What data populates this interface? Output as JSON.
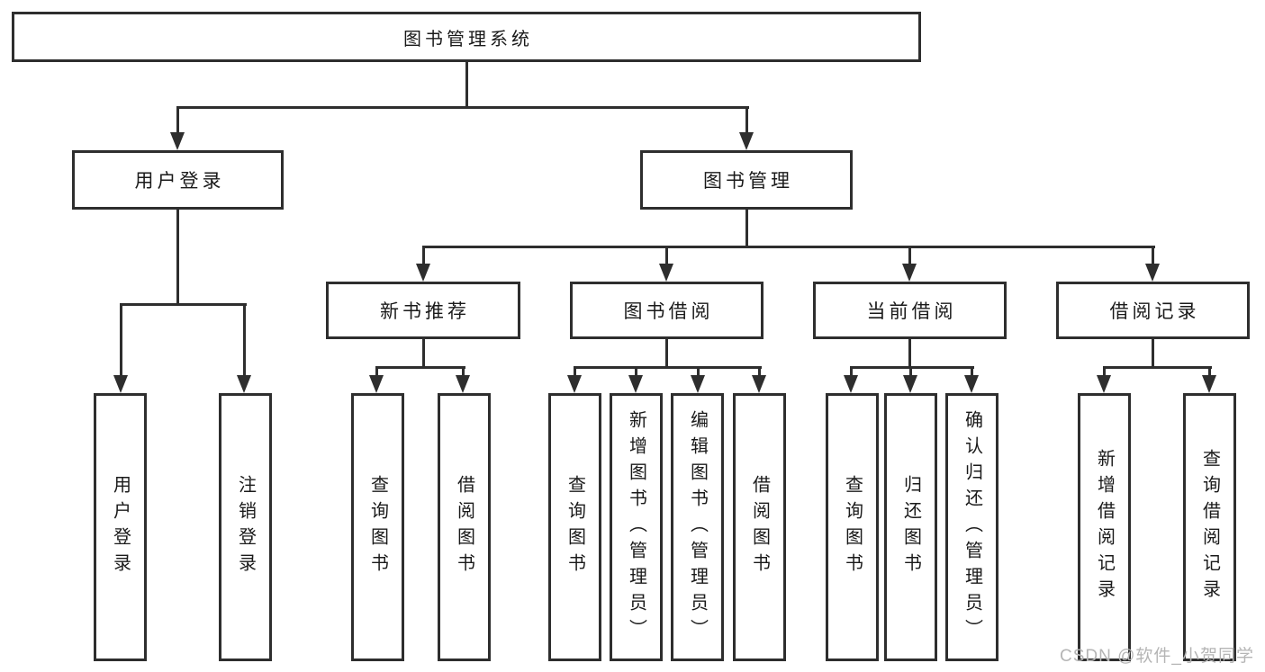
{
  "diagram": {
    "title": "图书管理系统",
    "nodes": {
      "root": "图书管理系统",
      "l2": [
        "用户登录",
        "图书管理"
      ],
      "l3": [
        "新书推荐",
        "图书借阅",
        "当前借阅",
        "借阅记录"
      ],
      "l4": [
        "用户登录",
        "注销登录",
        "查询图书",
        "借阅图书",
        "查询图书",
        "新增图书（管理员）",
        "编辑图书（管理员）",
        "借阅图书",
        "查询图书",
        "归还图书",
        "确认归还（管理员）",
        "新增借阅记录",
        "查询借阅记录"
      ]
    }
  },
  "watermark": {
    "text": "CSDN @软件_小贺同学"
  },
  "colors": {
    "line": "#2e2e2e",
    "text": "#1a1a1a",
    "background": "#ffffff",
    "watermark": "#b5b5b5"
  }
}
